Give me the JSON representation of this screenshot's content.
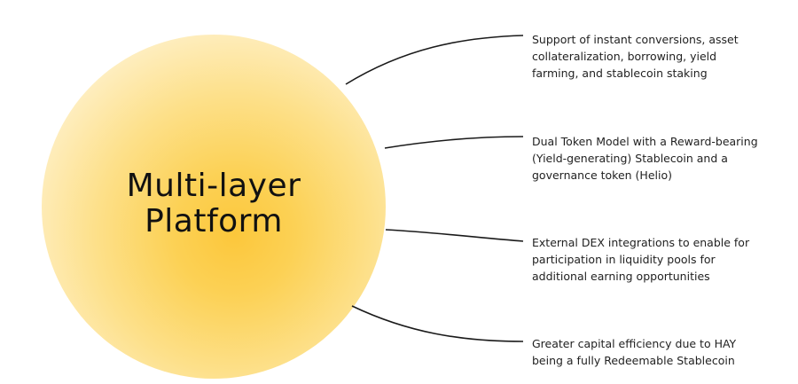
{
  "hub": {
    "title_line1": "Multi-layer",
    "title_line2": "Platform"
  },
  "features": [
    {
      "text": "Support of instant conversions, asset\ncollateralization, borrowing, yield\nfarming, and stablecoin staking"
    },
    {
      "text": "Dual Token Model with a Reward-bearing\n(Yield-generating) Stablecoin and a\ngovernance token (Helio)"
    },
    {
      "text": "External DEX integrations to enable for\nparticipation in liquidity pools for\nadditional earning opportunities"
    },
    {
      "text": "Greater capital efficiency due to HAY\nbeing a fully Redeemable Stablecoin"
    }
  ],
  "colors": {
    "hub_core": "#fcc73b",
    "hub_edge": "#fff7e6",
    "text": "#222222",
    "connector": "#1a1a1a"
  }
}
